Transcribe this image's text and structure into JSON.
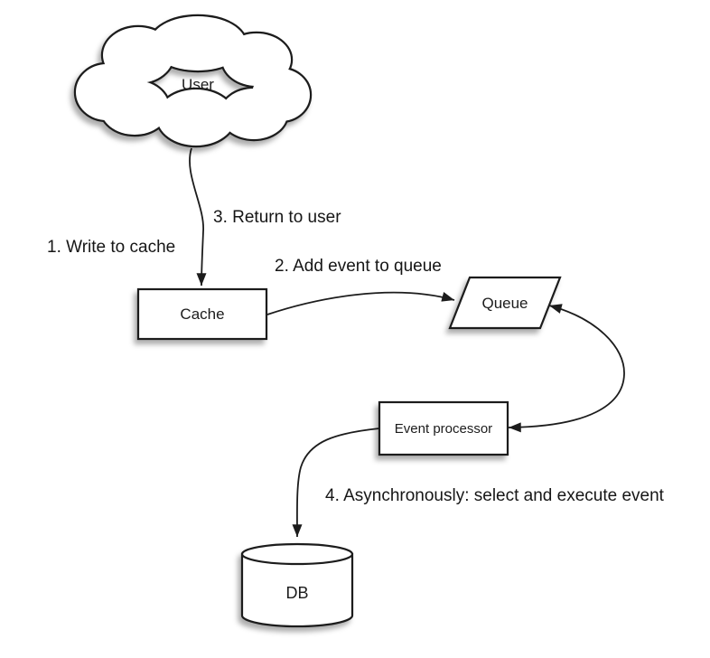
{
  "diagram_type": "flowchart",
  "colors": {
    "background": "#ffffff",
    "shape_fill": "#ffffff",
    "stroke": "#1c1c1c",
    "text": "#1c1c1c",
    "shadow": "rgba(0,0,0,0.32)"
  },
  "nodes": {
    "user": {
      "label": "User",
      "shape": "cloud"
    },
    "cache": {
      "label": "Cache",
      "shape": "rectangle"
    },
    "queue": {
      "label": "Queue",
      "shape": "parallelogram"
    },
    "event_processor": {
      "label": "Event processor",
      "shape": "rectangle"
    },
    "db": {
      "label": "DB",
      "shape": "cylinder"
    }
  },
  "edge_labels": {
    "step1": "1. Write to cache",
    "step2": "2. Add event to queue",
    "step3": "3. Return to user",
    "step4": "4. Asynchronously: select and execute event"
  },
  "edges": [
    {
      "from": "user",
      "to": "cache",
      "labels": [
        "step1",
        "step3"
      ],
      "arrowheads": "end"
    },
    {
      "from": "cache",
      "to": "queue",
      "labels": [
        "step2"
      ],
      "arrowheads": "end"
    },
    {
      "from": "queue",
      "to": "event_processor",
      "labels": [],
      "arrowheads": "both"
    },
    {
      "from": "event_processor",
      "to": "db",
      "labels": [
        "step4"
      ],
      "arrowheads": "end"
    }
  ]
}
